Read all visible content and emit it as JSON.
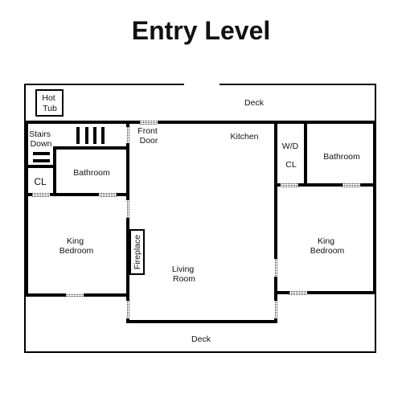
{
  "title": "Entry Level",
  "rooms": {
    "hot_tub": [
      "Hot",
      "Tub"
    ],
    "deck_top": "Deck",
    "stairs_down": [
      "Stairs",
      "Down"
    ],
    "front_door": [
      "Front",
      "Door"
    ],
    "kitchen": "Kitchen",
    "wd": "W/D",
    "cl_right": "CL",
    "bathroom_right": "Bathroom",
    "bathroom_left": "Bathroom",
    "cl_left": "CL",
    "king_bedroom_left": [
      "King",
      "Bedroom"
    ],
    "fireplace": "Fireplace",
    "living_room": [
      "Living",
      "Room"
    ],
    "king_bedroom_right": [
      "King",
      "Bedroom"
    ],
    "deck_bottom": "Deck"
  }
}
